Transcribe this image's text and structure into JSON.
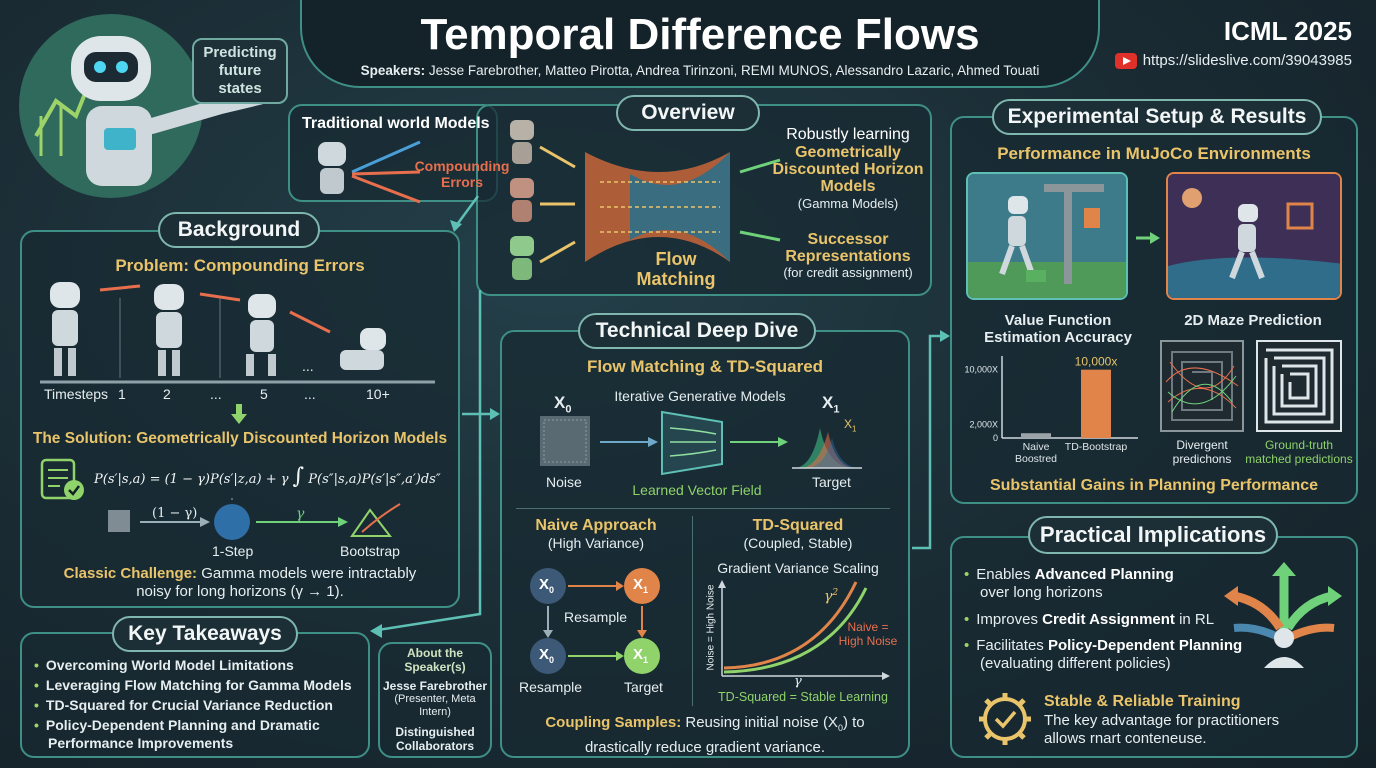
{
  "header": {
    "title": "Temporal Difference Flows",
    "speakers_label": "Speakers:",
    "speakers": "Jesse Farebrother, Matteo Pirotta, Andrea Tirinzoni, REMI MUNOS, Alessandro Lazaric, Ahmed Touati",
    "conference": "ICML 2025",
    "link": "https://slideslive.com/39043985",
    "robot_bubble": "Predicting future states"
  },
  "overview": {
    "title": "Overview",
    "traditional": "Traditional world Models",
    "compounding": "Compounding Errors",
    "flow": "Flow Matching",
    "robust": "Robustly learning",
    "gamma_title": "Geometrically Discounted Horizon Models",
    "gamma_sub": "(Gamma Models)",
    "successor_title": "Successor Representations",
    "successor_sub": "(for credit assignment)"
  },
  "background": {
    "title": "Background",
    "problem": "Problem: Compounding Errors",
    "timeline": [
      "Timesteps",
      "1",
      "2",
      "...",
      "5",
      "...",
      "10+"
    ],
    "dots_top": "...",
    "solution": "The Solution: Geometrically Discounted Horizon Models",
    "equation_lhs": "P(s′|s,a) = (1 − γ)P(s′|z,a) + γ",
    "equation_rhs": "P(s″|s,a)P(s′|s″,a′)ds″",
    "one_minus_gamma": "(1 − γ)",
    "gamma": "γ",
    "one_step": "1-Step",
    "bootstrap": "Bootstrap",
    "challenge_label": "Classic Challenge:",
    "challenge_text_1": "Gamma models were intractably",
    "challenge_text_2": "noisy for long horizons (γ → 1)."
  },
  "takeaways": {
    "title": "Key Takeaways",
    "items": [
      "Overcoming World Model Limitations",
      "Leveraging Flow Matching for Gamma Models",
      "TD-Squared for Crucial Variance Reduction",
      "Policy-Dependent Planning and Dramatic",
      "Performance Improvements"
    ]
  },
  "about": {
    "title": "About the Speaker(s)",
    "name": "Jesse Farebrother",
    "role": "(Presenter, Meta Intern)",
    "collab": "Distinguished Collaborators"
  },
  "deep_dive": {
    "title": "Technical Deep Dive",
    "subtitle": "Flow Matching & TD-Squared",
    "x0": "X",
    "x0_sub": "0",
    "x1": "X",
    "x1_sub": "1",
    "iterative": "Iterative Generative Models",
    "noise": "Noise",
    "vector_field": "Learned Vector Field",
    "target": "Target",
    "naive_title": "Naive Approach",
    "naive_sub": "(High Variance)",
    "resample_1": "Resample",
    "resample_2": "Resample",
    "target_2": "Target",
    "td_title": "TD-Squared",
    "td_sub": "(Coupled, Stable)",
    "gradient": "Gradient Variance Scaling",
    "y_axis": "Noise = High Noise",
    "gamma_sq": "γ",
    "gamma_sq_exp": "2",
    "naive_curve_1": "Naive =",
    "naive_curve_2": "High Noise",
    "x_axis": "γ",
    "td_curve": "TD-Squared = Stable Learning",
    "coupling_label": "Coupling Samples:",
    "coupling_text_1": "Reusing initial noise (X",
    "coupling_text_2": ") to",
    "coupling_text_3": "drastically reduce gradient variance."
  },
  "experiments": {
    "title": "Experimental Setup & Results",
    "mujoco": "Performance in MuJoCo Environments",
    "value_title_1": "Value Function",
    "value_title_2": "Estimation Accuracy",
    "bar_highlight": "10,000x",
    "maze_title": "2D Maze Prediction",
    "divergent_1": "Divergent",
    "divergent_2": "predichons",
    "ground_1": "Ground-truth",
    "ground_2": "matched predictions",
    "gains": "Substantial Gains in Planning Performance"
  },
  "chart_data": {
    "type": "bar",
    "categories": [
      "Naive Boostred",
      "TD-Bootstrap"
    ],
    "values": [
      700,
      10000
    ],
    "yticks": [
      "0",
      "2,000X",
      "10,000X"
    ],
    "ytick_values": [
      0,
      2000,
      10000
    ],
    "ylim": [
      0,
      12000
    ],
    "data_labels": [
      "",
      "10,000x"
    ],
    "colors": [
      "#9aa3a8",
      "#e0844a"
    ]
  },
  "implications": {
    "title": "Practical Implications",
    "items": [
      {
        "pre": "Enables ",
        "bold": "Advanced Planning",
        "post": "",
        "line2": "over long horizons"
      },
      {
        "pre": "Improves ",
        "bold": "Credit Assignment",
        "post": " in RL",
        "line2": ""
      },
      {
        "pre": "Facilitates ",
        "bold": "Policy-Dependent Planning",
        "post": "",
        "line2": "(evaluating different policies)"
      }
    ],
    "stable_title": "Stable & Reliable Training",
    "stable_1": "The key advantage for practitioners",
    "stable_2": "allows rnart conteneuse."
  }
}
